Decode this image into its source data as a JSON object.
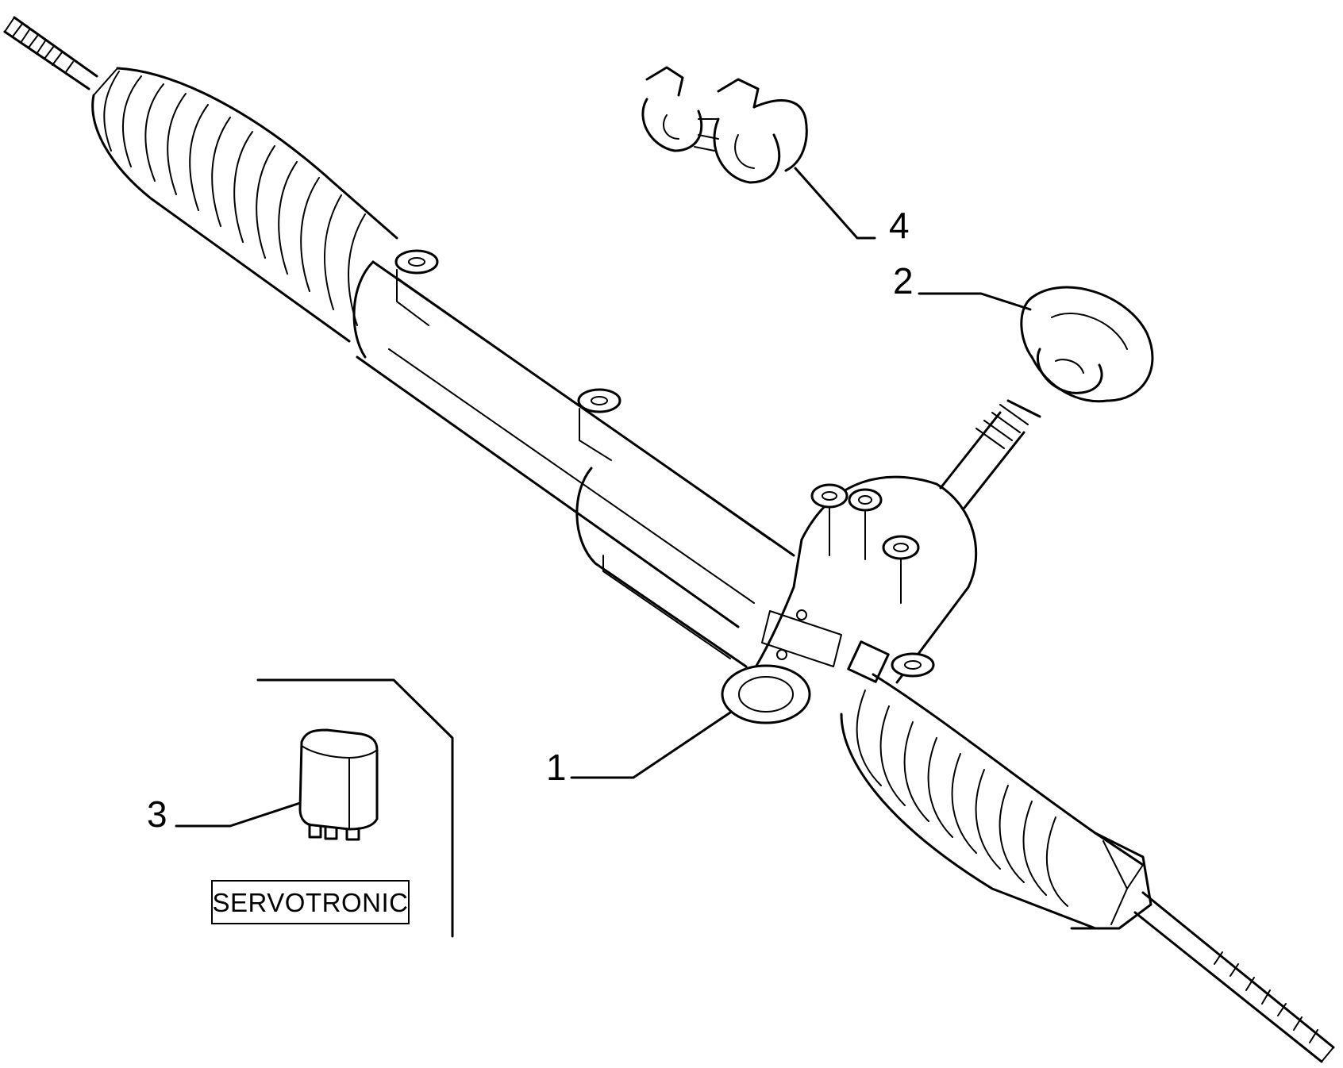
{
  "callouts": [
    {
      "number": "1",
      "part": "steering-rack"
    },
    {
      "number": "2",
      "part": "rubber-grommet"
    },
    {
      "number": "3",
      "part": "relay"
    },
    {
      "number": "4",
      "part": "pipe-clip"
    }
  ],
  "variant_label": "SERVOTRONIC"
}
